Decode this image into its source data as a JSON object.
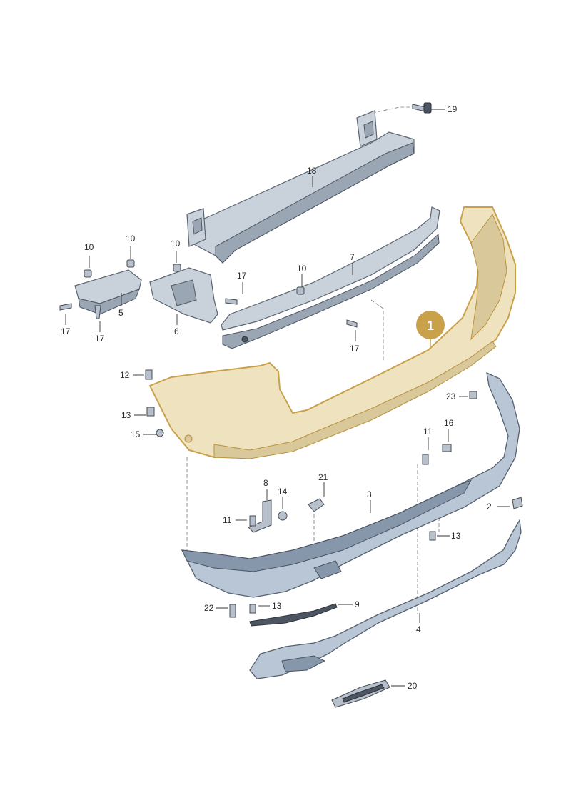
{
  "callouts": {
    "p1": "1",
    "p2": "2",
    "p3": "3",
    "p4": "4",
    "p5": "5",
    "p6": "6",
    "p7": "7",
    "p8": "8",
    "p9": "9",
    "p10a": "10",
    "p10b": "10",
    "p10c": "10",
    "p10d": "10",
    "p11a": "11",
    "p11b": "11",
    "p12": "12",
    "p13a": "13",
    "p13b": "13",
    "p13c": "13",
    "p14": "14",
    "p15": "15",
    "p16": "16",
    "p17a": "17",
    "p17b": "17",
    "p17c": "17",
    "p17d": "17",
    "p18": "18",
    "p19": "19",
    "p20": "20",
    "p21": "21",
    "p22": "22",
    "p23": "23"
  },
  "colors": {
    "highlight_fill": "#efe3bf",
    "highlight_outline": "#c9a14a",
    "badge": "#c9a14a",
    "steel": "#c9d1db",
    "bumper": "#b9c6d6"
  }
}
